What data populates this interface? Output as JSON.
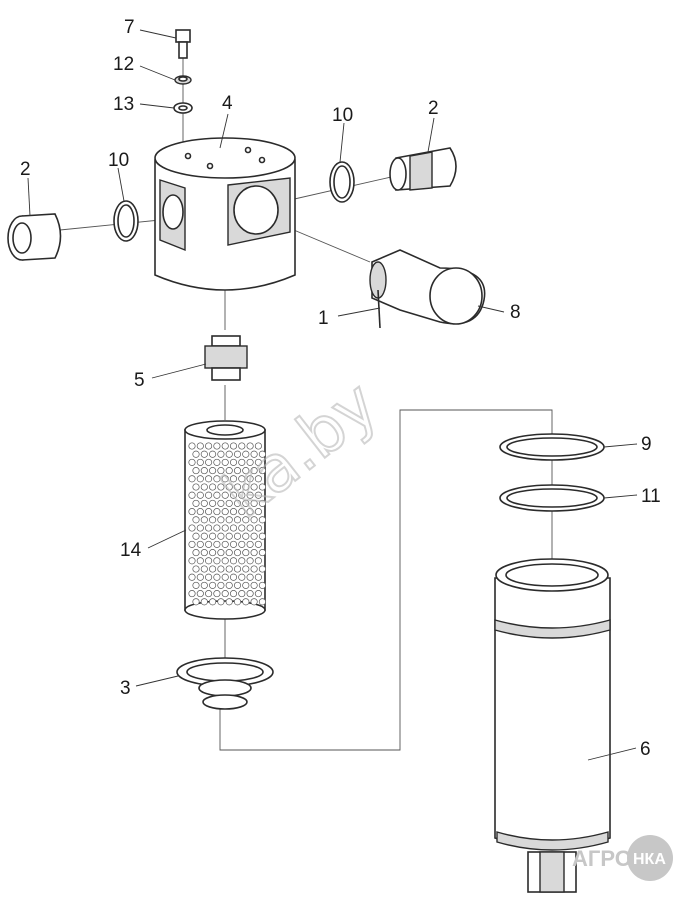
{
  "colors": {
    "line": "#2b2b2b",
    "shade": "#d9d9d9",
    "watermark": "#b8b8b8",
    "logo": "#c7c7c7"
  },
  "callouts": {
    "c7": "7",
    "c12": "12",
    "c13": "13",
    "c4": "4",
    "c10_top": "10",
    "c2_right": "2",
    "c2_left": "2",
    "c10_left": "10",
    "c1": "1",
    "c8": "8",
    "c5": "5",
    "c9": "9",
    "c11": "11",
    "c14": "14",
    "c3": "3",
    "c6": "6"
  },
  "watermark": "ka.by",
  "logo": {
    "left": "АГРО",
    "badge": "НКА"
  }
}
